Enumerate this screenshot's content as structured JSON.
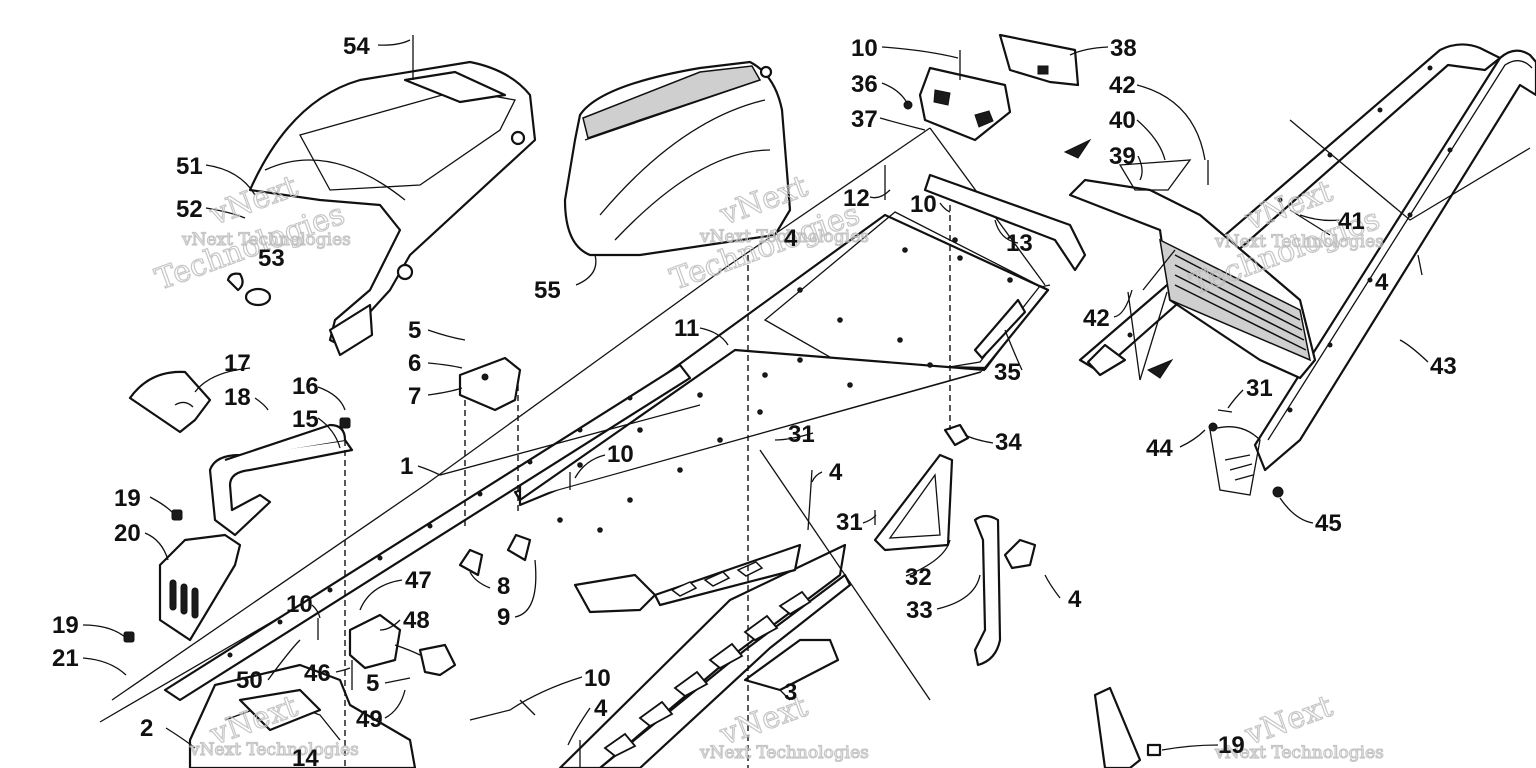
{
  "watermark": {
    "line1": "vNext",
    "line2": "Technologies",
    "full": "vNext Technologies"
  },
  "callouts": [
    {
      "id": "c54",
      "text": "54"
    },
    {
      "id": "c51",
      "text": "51"
    },
    {
      "id": "c52",
      "text": "52"
    },
    {
      "id": "c53",
      "text": "53"
    },
    {
      "id": "c55",
      "text": "55"
    },
    {
      "id": "c10a",
      "text": "10"
    },
    {
      "id": "c38",
      "text": "38"
    },
    {
      "id": "c36",
      "text": "36"
    },
    {
      "id": "c42a",
      "text": "42"
    },
    {
      "id": "c37",
      "text": "37"
    },
    {
      "id": "c40",
      "text": "40"
    },
    {
      "id": "c39",
      "text": "39"
    },
    {
      "id": "c12",
      "text": "12"
    },
    {
      "id": "c10b",
      "text": "10"
    },
    {
      "id": "c4a",
      "text": "4"
    },
    {
      "id": "c13",
      "text": "13"
    },
    {
      "id": "c41",
      "text": "41"
    },
    {
      "id": "c4b",
      "text": "4"
    },
    {
      "id": "c42b",
      "text": "42"
    },
    {
      "id": "c11",
      "text": "11"
    },
    {
      "id": "c35",
      "text": "35"
    },
    {
      "id": "c43",
      "text": "43"
    },
    {
      "id": "c5a",
      "text": "5"
    },
    {
      "id": "c6",
      "text": "6"
    },
    {
      "id": "c7",
      "text": "7"
    },
    {
      "id": "c17",
      "text": "17"
    },
    {
      "id": "c18",
      "text": "18"
    },
    {
      "id": "c16",
      "text": "16"
    },
    {
      "id": "c15",
      "text": "15"
    },
    {
      "id": "c31a",
      "text": "31"
    },
    {
      "id": "c44",
      "text": "44"
    },
    {
      "id": "c34",
      "text": "34"
    },
    {
      "id": "c31b",
      "text": "31"
    },
    {
      "id": "c45",
      "text": "45"
    },
    {
      "id": "c1",
      "text": "1"
    },
    {
      "id": "c10c",
      "text": "10"
    },
    {
      "id": "c4c",
      "text": "4"
    },
    {
      "id": "c19a",
      "text": "19"
    },
    {
      "id": "c31c",
      "text": "31"
    },
    {
      "id": "c20",
      "text": "20"
    },
    {
      "id": "c32",
      "text": "32"
    },
    {
      "id": "c8",
      "text": "8"
    },
    {
      "id": "c47",
      "text": "47"
    },
    {
      "id": "c4d",
      "text": "4"
    },
    {
      "id": "c10d",
      "text": "10"
    },
    {
      "id": "c33",
      "text": "33"
    },
    {
      "id": "c9",
      "text": "9"
    },
    {
      "id": "c48",
      "text": "48"
    },
    {
      "id": "c19b",
      "text": "19"
    },
    {
      "id": "c21",
      "text": "21"
    },
    {
      "id": "c50",
      "text": "50"
    },
    {
      "id": "c46",
      "text": "46"
    },
    {
      "id": "c5b",
      "text": "5"
    },
    {
      "id": "c10e",
      "text": "10"
    },
    {
      "id": "c3",
      "text": "3"
    },
    {
      "id": "c49",
      "text": "49"
    },
    {
      "id": "c4e",
      "text": "4"
    },
    {
      "id": "c2",
      "text": "2"
    },
    {
      "id": "c14",
      "text": "14"
    },
    {
      "id": "c19c",
      "text": "19"
    }
  ]
}
